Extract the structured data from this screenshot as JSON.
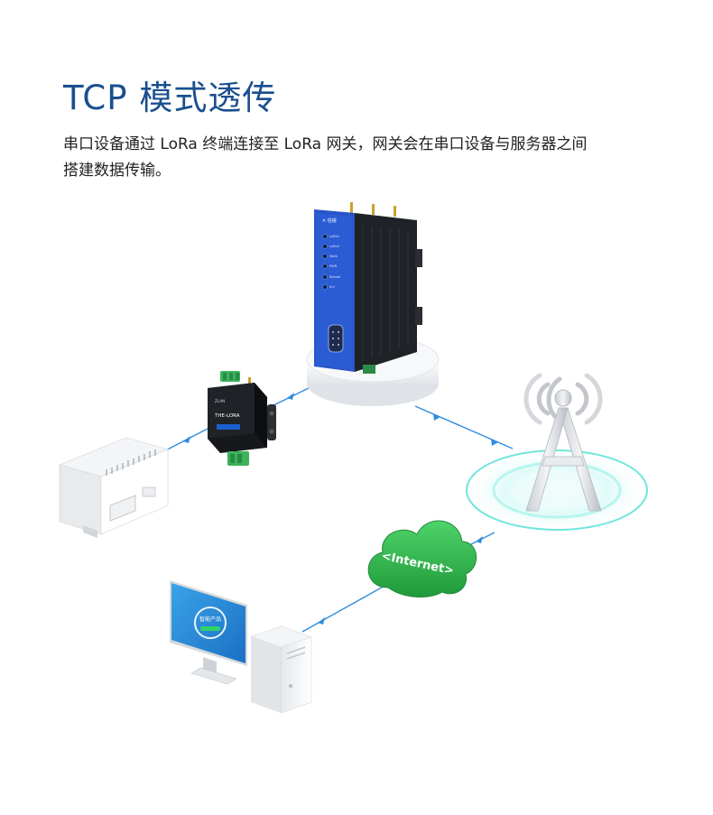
{
  "title": "TCP 模式透传",
  "description": {
    "line1": "串口设备通过 LoRa 终端连接至 LoRa 网关，网关会在串口设备与服务器之间",
    "line2": "搭建数据传输。"
  },
  "cloud_label": "<Internet>",
  "colors": {
    "title": "#1a4f8f",
    "link": "#2f8de0",
    "cloud": "#2db34a",
    "gateway_panel": "#2a55c9"
  },
  "icons": [
    "lora-gateway-icon",
    "lora-terminal-icon",
    "serial-device-icon",
    "cell-tower-icon",
    "internet-cloud-icon",
    "server-computer-icon"
  ]
}
